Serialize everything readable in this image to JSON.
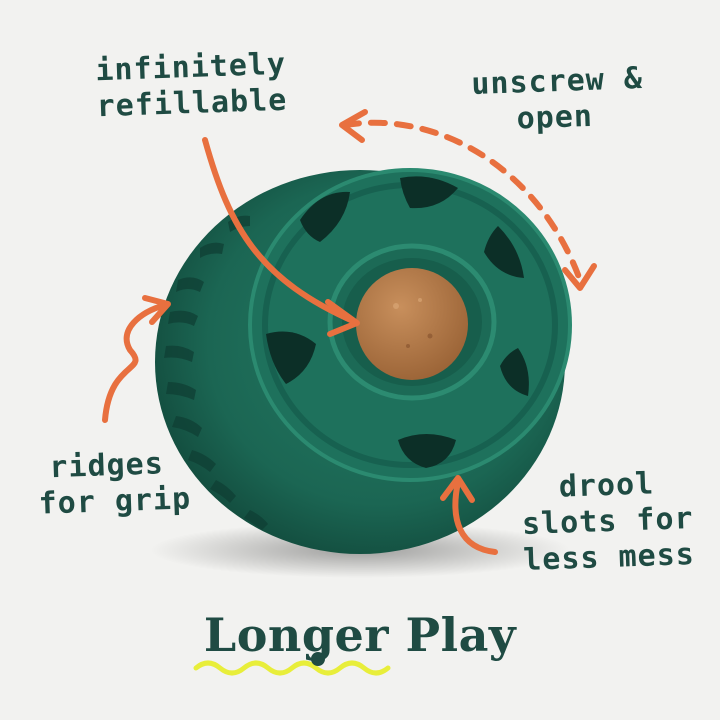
{
  "annotations": {
    "refillable": [
      "infinitely",
      "refillable"
    ],
    "unscrew": [
      "unscrew &",
      "open"
    ],
    "ridges": [
      "ridges",
      "for grip"
    ],
    "drool": [
      "drool",
      "slots for",
      "less mess"
    ]
  },
  "headline": "Longer Play",
  "colors": {
    "background": "#f2f2f0",
    "ball_green": "#1f6b58",
    "ball_dark": "#134a3d",
    "treat": "#b07848",
    "text": "#1f4b43",
    "arrow": "#e8703f",
    "underline": "#e8ee3a"
  },
  "icons": [
    "product-ball-illustration",
    "arrow-icon",
    "dashed-double-arrow-icon",
    "squiggle-underline-icon"
  ]
}
